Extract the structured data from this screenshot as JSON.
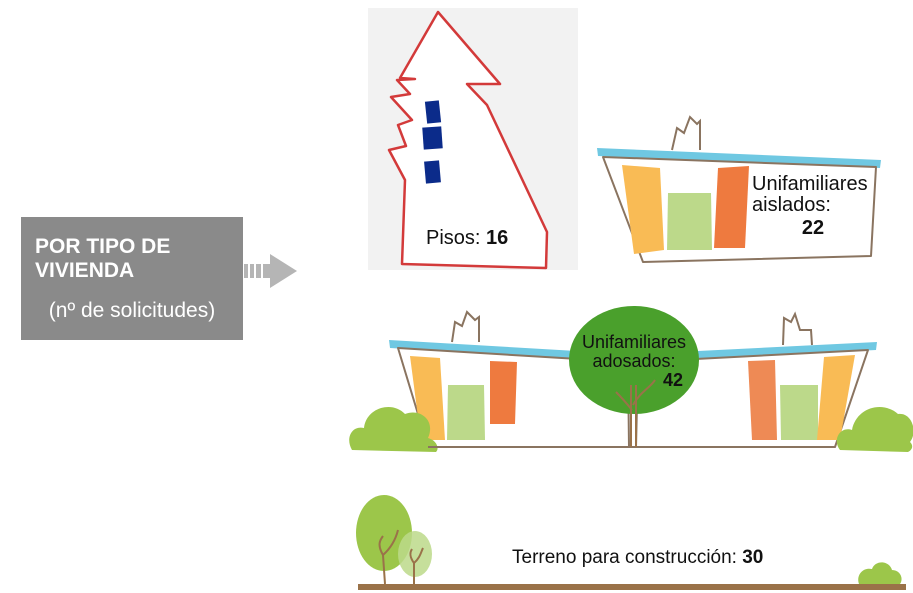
{
  "category_box": {
    "title_line1": "POR TIPO DE",
    "title_line2": "VIVIENDA",
    "subtitle": "(nº de solicitudes)"
  },
  "pisos": {
    "label": "Pisos:",
    "value": "16"
  },
  "aislados": {
    "label_line1": "Unifamiliares",
    "label_line2": "aislados:",
    "value": "22"
  },
  "adosados": {
    "label_line1": "Unifamiliares",
    "label_line2": "adosados:",
    "value": "42"
  },
  "terreno": {
    "label": "Terreno para construcción:",
    "value": "30"
  },
  "colors": {
    "box_grey": "#8a8a8a",
    "roof_blue": "#6fc8e2",
    "outline_red": "#d33a3a",
    "window_navy": "#0b2b8a",
    "panel_yellow": "#f9bb55",
    "panel_green": "#bcd98a",
    "panel_orange": "#ee7a3f",
    "tree_dark_green": "#4aa02c",
    "tree_light_green": "#9cc64a",
    "ground_brown": "#9a7249"
  }
}
